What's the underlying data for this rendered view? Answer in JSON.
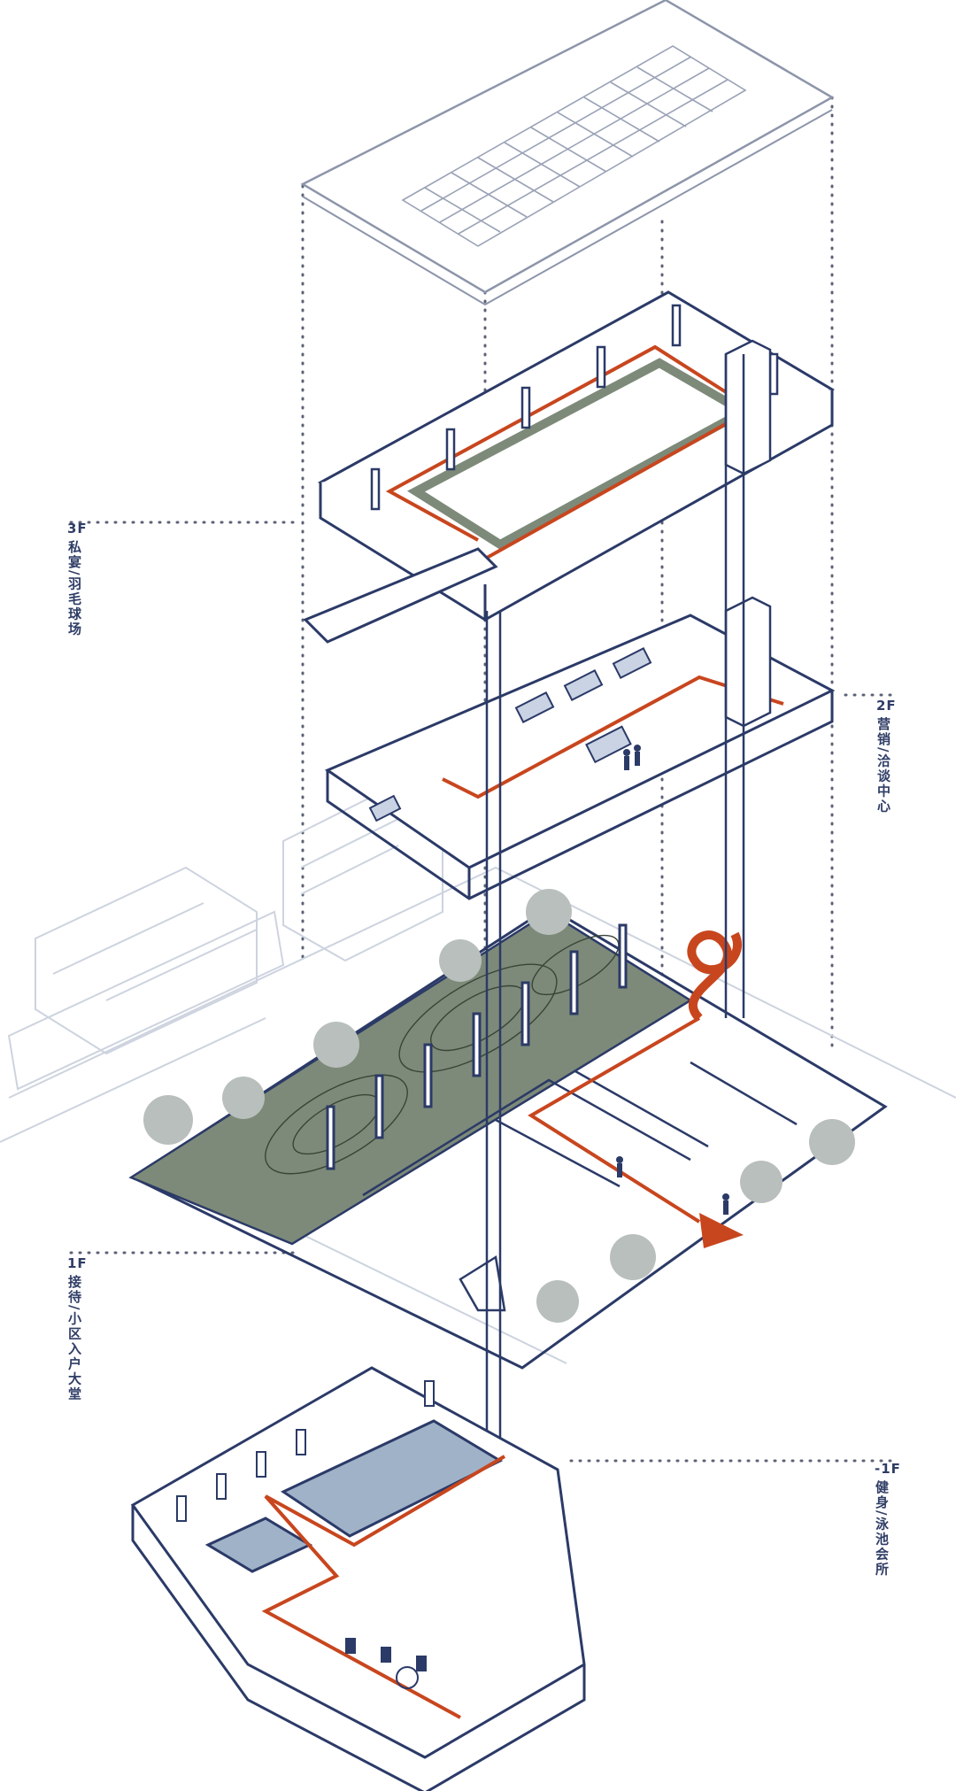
{
  "colors": {
    "outline": "#2b3a67",
    "route": "#c8461e",
    "garden": "#7d8a79",
    "pool": "#9fb2c8",
    "ghost": "#cdd3df",
    "tree": "#b9bfbc",
    "dots": "#5b6276"
  },
  "floors": [
    {
      "id": "roof",
      "code": "",
      "name": ""
    },
    {
      "id": "3f",
      "code": "3F",
      "name": "私宴/羽毛球场"
    },
    {
      "id": "2f",
      "code": "2F",
      "name": "营销/洽谈中心"
    },
    {
      "id": "1f",
      "code": "1F",
      "name": "接待/小区入户大堂"
    },
    {
      "id": "b1",
      "code": "-1F",
      "name": "健身/泳池会所"
    }
  ],
  "icons": [
    "sculpture-icon",
    "route-arrow-icon",
    "person-icon",
    "tree-icon",
    "staircase-icon"
  ]
}
